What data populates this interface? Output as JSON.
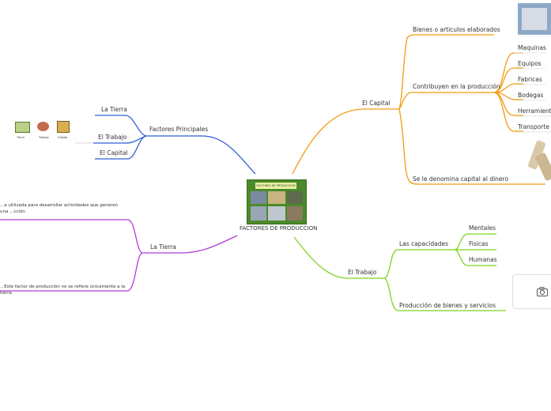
{
  "center": {
    "title": "FACTORES DE PRODUCCION",
    "image_caption": "FACTORES DE PRODUCCION"
  },
  "branches": {
    "capital": {
      "label": "El Capital",
      "color": "#f39c12",
      "children": {
        "bienes": "Bienes o articulos elaborados",
        "contribuyen": "Contribuyen en la producción",
        "contribuyen_items": [
          "Maquinas",
          "Equipos",
          "Fabricas",
          "Bodegas",
          "Herramientas",
          "Transporte"
        ],
        "denomina": "Se le denomina capital al dinero"
      }
    },
    "trabajo": {
      "label": "El Trabajo",
      "color": "#7ed321",
      "children": {
        "capacidades": "Las capacidades",
        "capacidades_items": [
          "Mentales",
          "Fisicas",
          "Humanas"
        ],
        "produccion": "Producción de bienes y servicios"
      }
    },
    "factores": {
      "label": "Factores Principales",
      "color": "#2f5fd6",
      "children": [
        "La Tierra",
        "El Trabajo",
        "El Capital"
      ],
      "image_labels": [
        "Tierra",
        "Trabajo",
        "Capital"
      ]
    },
    "tierra": {
      "label": "La Tierra",
      "color": "#b43cd6",
      "children": [
        "...a utilizada para desarrollar actividades que generen una ...cción",
        "...Este factor de producción no se refiere únicamente a la tierra"
      ]
    }
  },
  "icons": {
    "camera": "camera-icon"
  }
}
